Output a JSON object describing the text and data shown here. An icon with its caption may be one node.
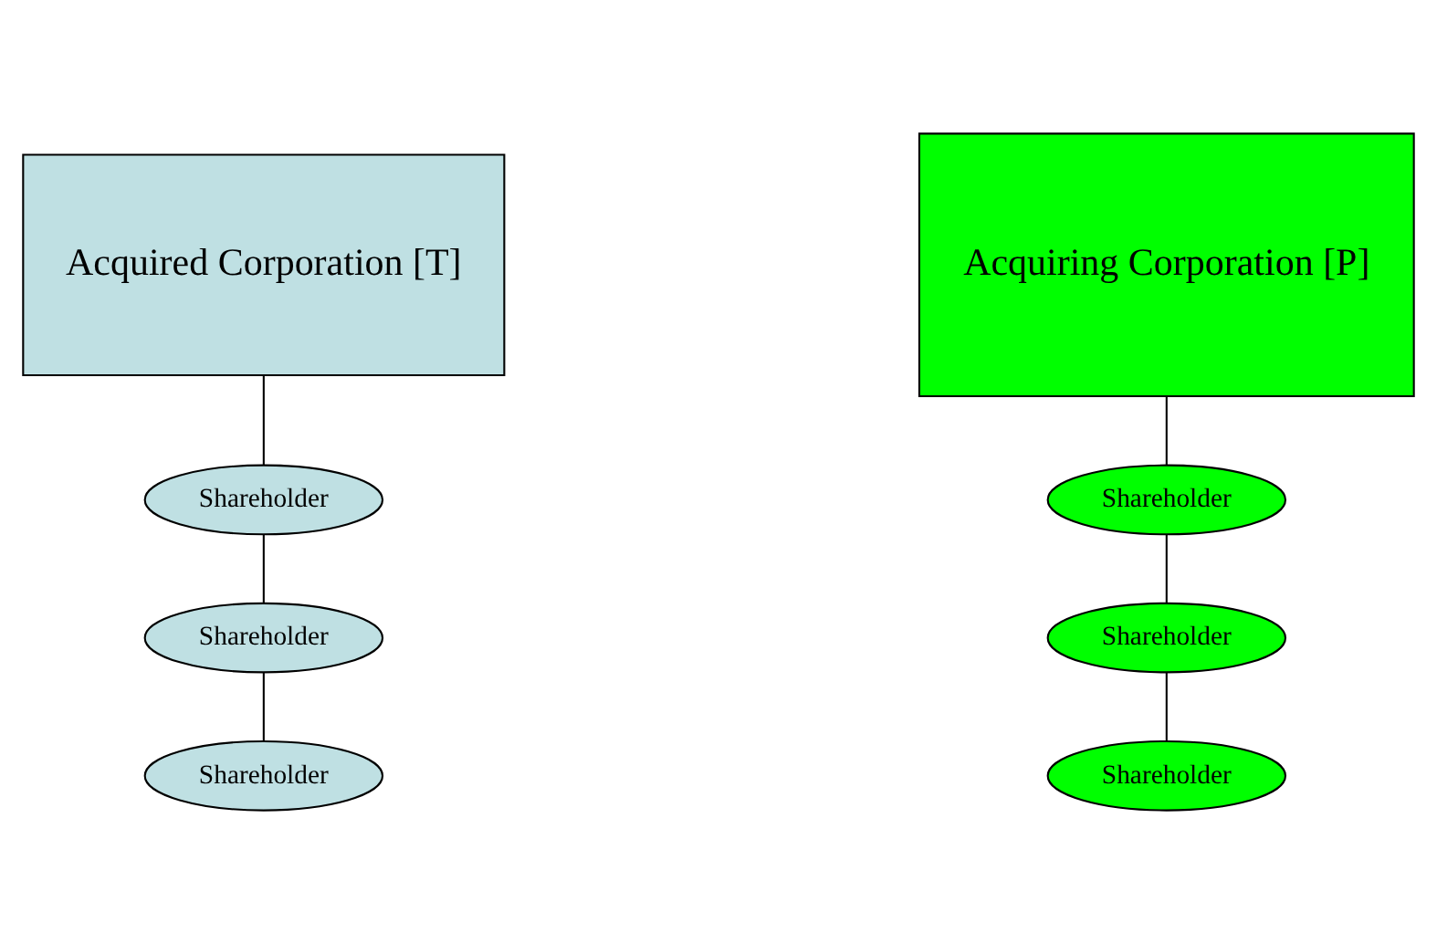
{
  "diagram": {
    "nodes": [
      {
        "text": [
          "Acquired Corporation [T]"
        ]
      },
      {
        "text": [
          "Shareholder"
        ]
      },
      {
        "text": [
          "Shareholder"
        ]
      },
      {
        "text": [
          "Shareholder"
        ]
      },
      {
        "text": [
          "Acquiring Corporation [P]"
        ]
      },
      {
        "text": [
          "Shareholder"
        ]
      },
      {
        "text": [
          "Shareholder"
        ]
      },
      {
        "text": [
          "Shareholder"
        ]
      }
    ],
    "edges": [
      {
        "from": 0,
        "to": 1,
        "arrow": "none"
      },
      {
        "from": 1,
        "to": 2,
        "arrow": "none"
      },
      {
        "from": 2,
        "to": 3,
        "arrow": "none"
      },
      {
        "from": 4,
        "to": 5,
        "arrow": "none"
      },
      {
        "from": 5,
        "to": 6,
        "arrow": "none"
      },
      {
        "from": 6,
        "to": 7,
        "arrow": "none"
      }
    ]
  }
}
